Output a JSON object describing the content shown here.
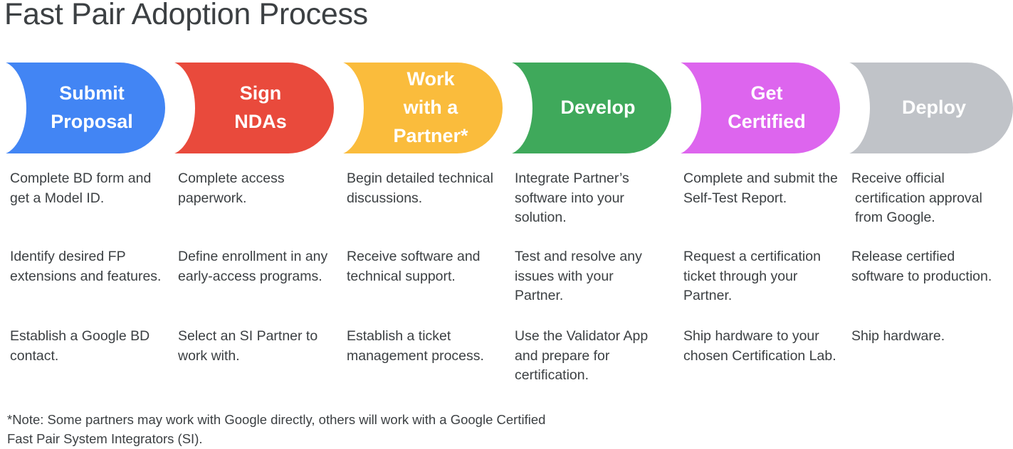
{
  "page": {
    "title": "Fast Pair Adoption Process",
    "background_color": "#ffffff",
    "text_color": "#3c4043"
  },
  "process": {
    "steps": [
      {
        "id": "submit-proposal",
        "label": "Submit\nProposal",
        "color": "#4285f4",
        "color_name": "google-blue",
        "items": [
          "Complete BD form and get a Model ID.",
          "Identify desired FP extensions and features.",
          "Establish a Google BD contact."
        ]
      },
      {
        "id": "sign-ndas",
        "label": "Sign\nNDAs",
        "color": "#e94a3c",
        "color_name": "google-red",
        "items": [
          "Complete access paperwork.",
          "Define enrollment in any early-access programs.",
          "Select an SI Partner to work with."
        ]
      },
      {
        "id": "work-with-a-partner",
        "label": "Work\nwith a\nPartner*",
        "color": "#fabc3c",
        "color_name": "google-yellow",
        "items": [
          "Begin detailed technical discussions.",
          "Receive software and technical support.",
          "Establish a ticket management process."
        ]
      },
      {
        "id": "develop",
        "label": "Develop",
        "color": "#3fa95b",
        "color_name": "google-green",
        "items": [
          "Integrate Partner’s software into your solution.",
          "Test and resolve any issues with your Partner.",
          "Use the Validator App and prepare for certification."
        ]
      },
      {
        "id": "get-certified",
        "label": "Get\nCertified",
        "color": "#dd65ee",
        "color_name": "magenta",
        "items": [
          "Complete and submit the Self-Test Report.",
          "Request a certification ticket through your Partner.",
          "Ship hardware to your chosen Certification Lab."
        ]
      },
      {
        "id": "deploy",
        "label": "Deploy",
        "color": "#c0c3c8",
        "color_name": "grey",
        "items": [
          "Receive official certification approval from Google.",
          "Release certified software to production.",
          "Ship hardware."
        ]
      }
    ]
  },
  "footnote": {
    "text": "*Note: Some partners may work with Google directly, others will work with a Google Certified Fast Pair System Integrators (SI)."
  }
}
